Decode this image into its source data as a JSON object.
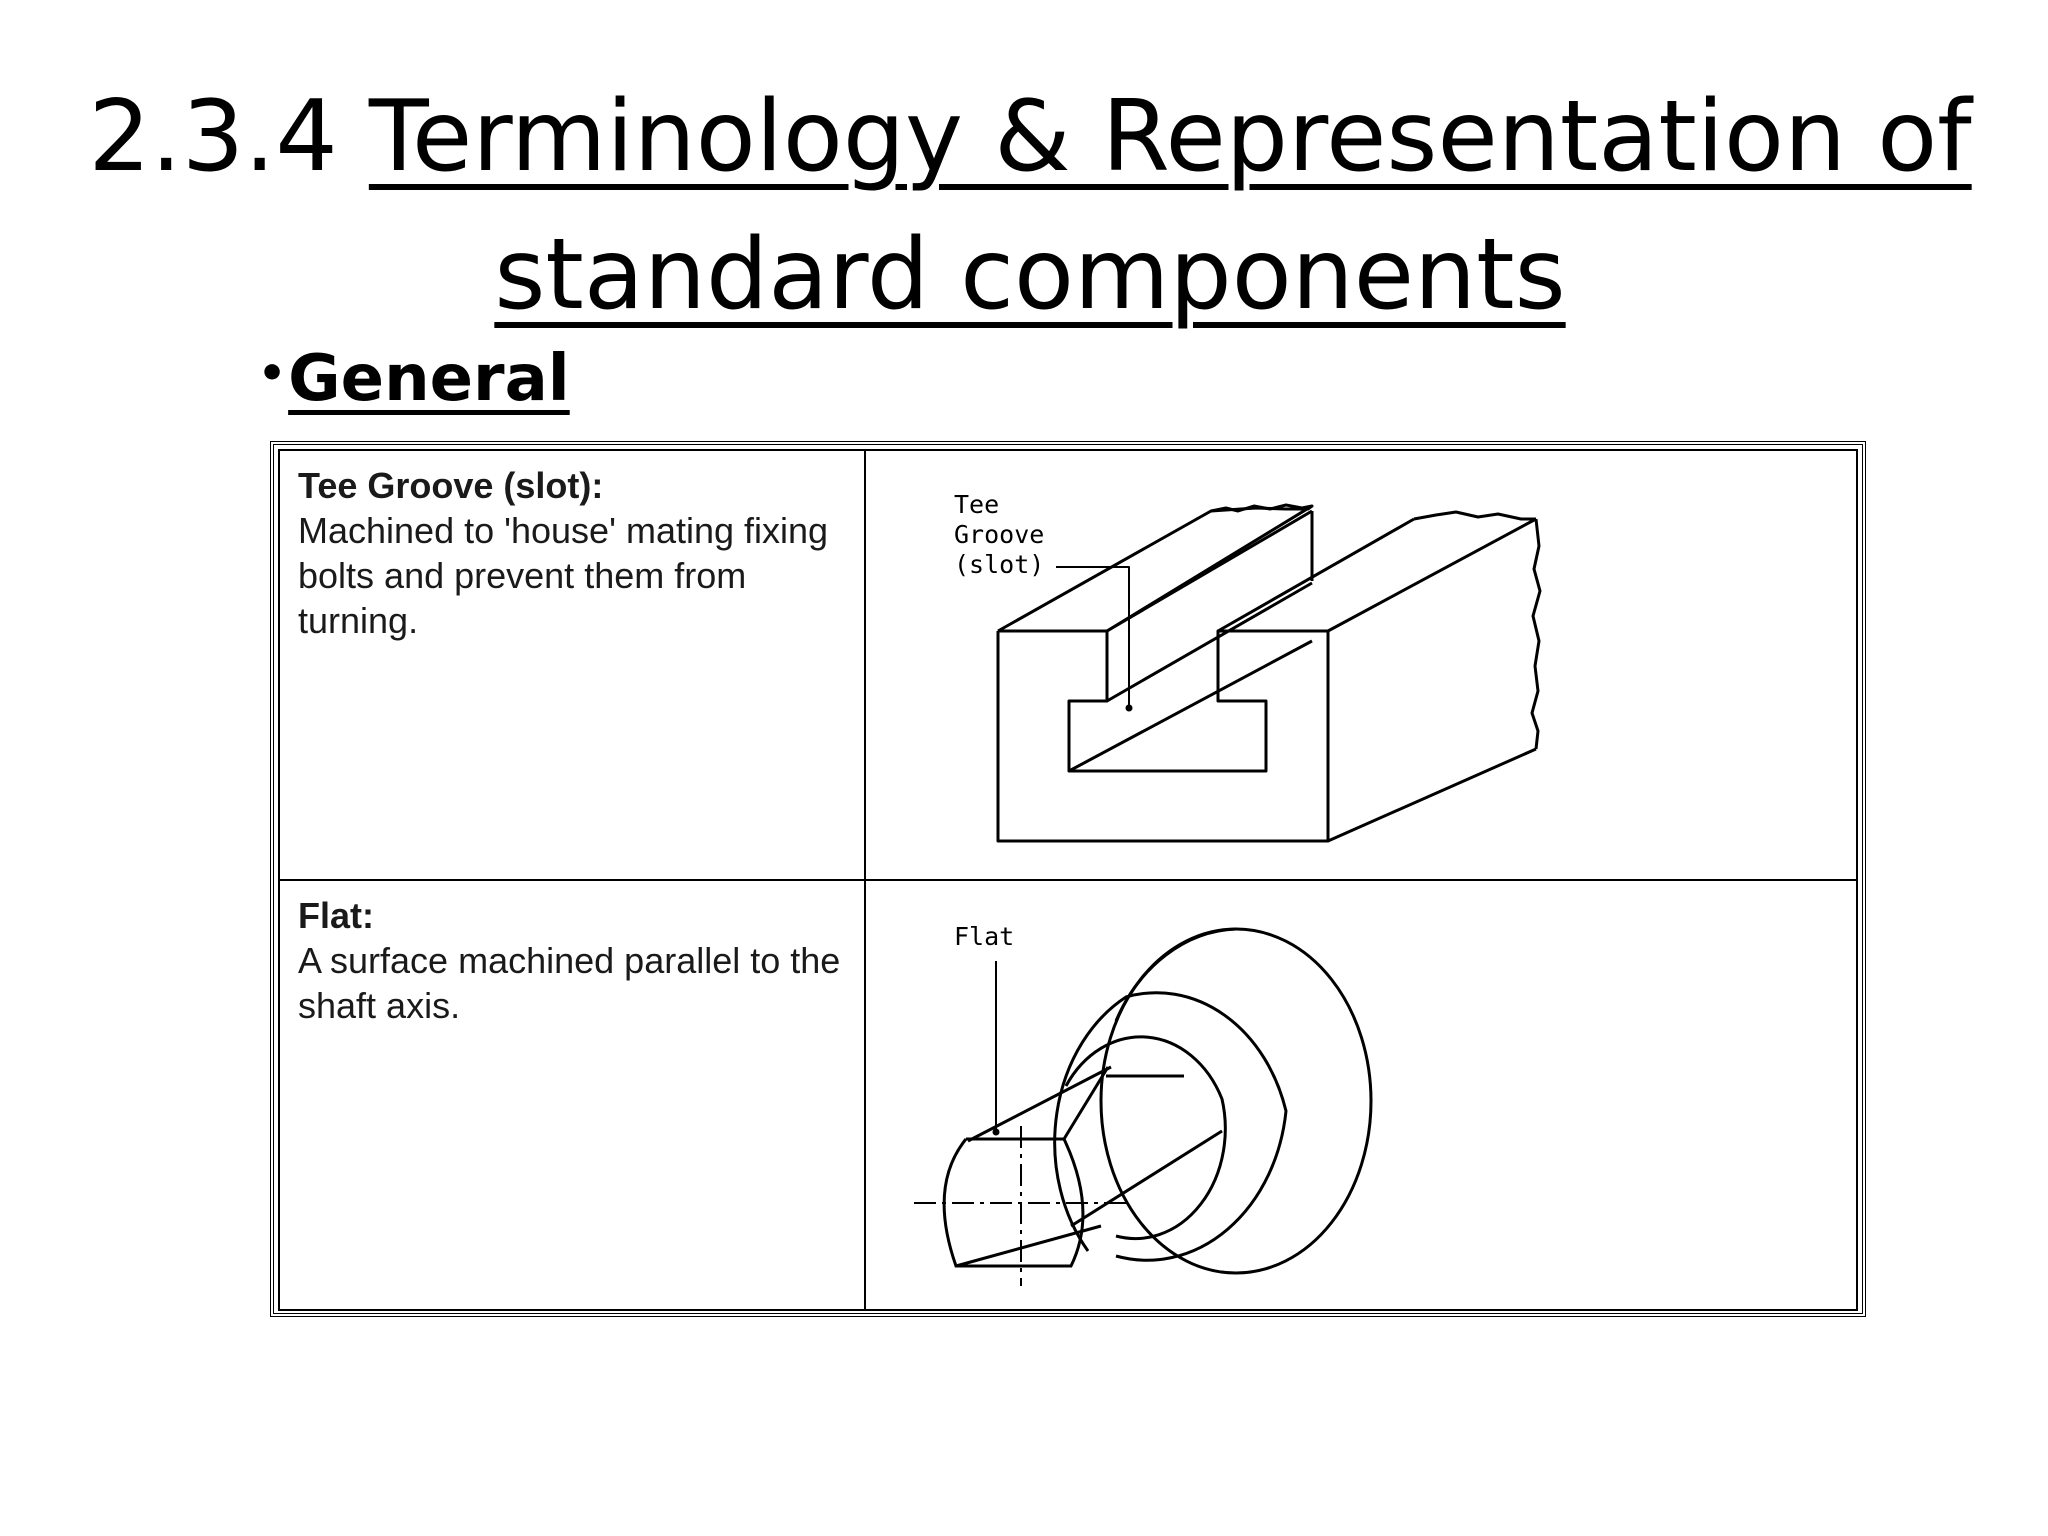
{
  "slide": {
    "title_number": "2.3.4",
    "title_line1": "Terminology & Representation of",
    "title_line2": "standard components",
    "bullet": "General"
  },
  "table": {
    "rows": [
      {
        "term": "Tee Groove (slot):",
        "description": "Machined to 'house' mating fixing bolts and prevent them from turning.",
        "figure_label_lines": [
          "Tee",
          "Groove",
          "(slot)"
        ],
        "figure_icon": "tee-groove-drawing"
      },
      {
        "term": "Flat:",
        "description": "A surface machined parallel to the shaft axis.",
        "figure_label_lines": [
          "Flat"
        ],
        "figure_icon": "shaft-flat-drawing"
      }
    ]
  }
}
